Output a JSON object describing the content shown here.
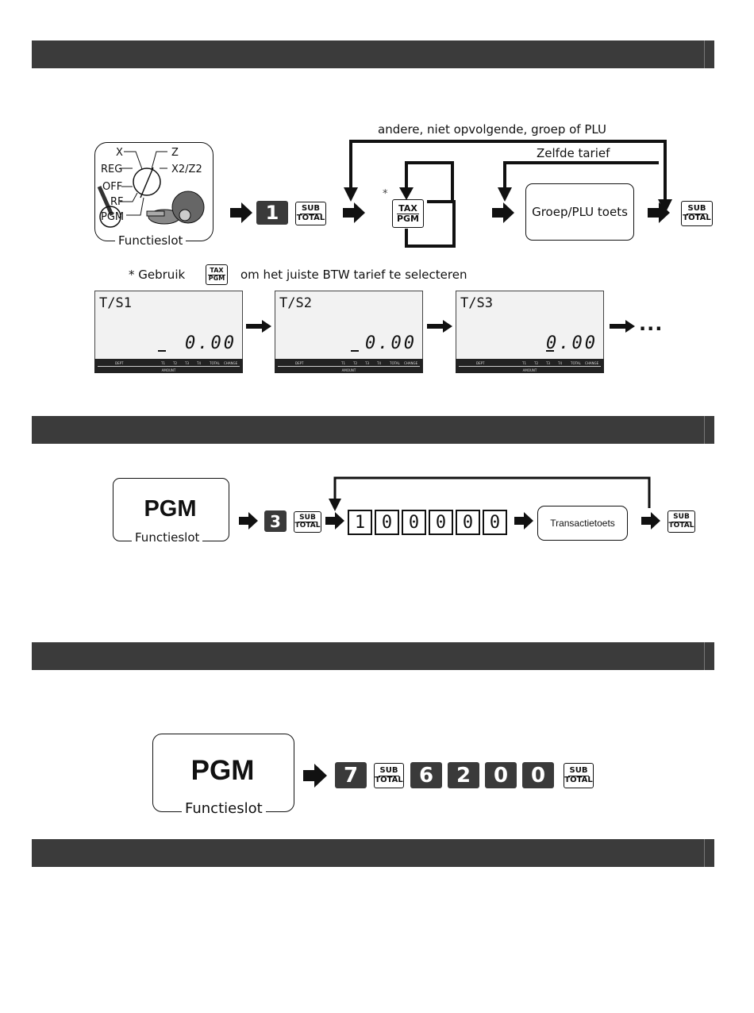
{
  "section1": {
    "key_labels": {
      "x": "X",
      "z": "Z",
      "reg": "REG",
      "x2z2": "X2/Z2",
      "off": "OFF",
      "rf": "RF",
      "pgm": "PGM"
    },
    "lock_caption": "Functieslot",
    "key_one": "1",
    "subtotal": [
      "SUB",
      "TOTAL"
    ],
    "tax_key": [
      "TAX",
      "PGM"
    ],
    "asterisk": "*",
    "loop_top_label": "andere, niet opvolgende, groep of PLU",
    "loop_inner_label": "Zelfde tarief",
    "group_box": "Groep/PLU toets",
    "note": {
      "prefix": "* Gebruik",
      "suffix": "om het juiste BTW tarief te selecteren"
    },
    "displays": [
      {
        "title": "T/S1",
        "amount": "0.00",
        "marker": "T1"
      },
      {
        "title": "T/S2",
        "amount": "0.00",
        "marker": "T2"
      },
      {
        "title": "T/S3",
        "amount": "0.00",
        "marker": "T3"
      }
    ],
    "display_strip": {
      "dept": "DEPT",
      "t1": "T1",
      "t2": "T2",
      "t3": "T3",
      "t4": "T4",
      "total": "TOTAL",
      "change": "CHANGE",
      "amount": "AMOUNT"
    },
    "ellipsis": "..."
  },
  "section2": {
    "pgm": "PGM",
    "caption": "Functieslot",
    "key_three": "3",
    "subtotal": [
      "SUB",
      "TOTAL"
    ],
    "digits": [
      "1",
      "0",
      "0",
      "0",
      "0",
      "0"
    ],
    "transaction_box": "Transactietoets"
  },
  "section3": {
    "pgm": "PGM",
    "caption": "Functieslot",
    "key_seven": "7",
    "subtotal": [
      "SUB",
      "TOTAL"
    ],
    "digits": [
      "6",
      "2",
      "0",
      "0"
    ]
  }
}
